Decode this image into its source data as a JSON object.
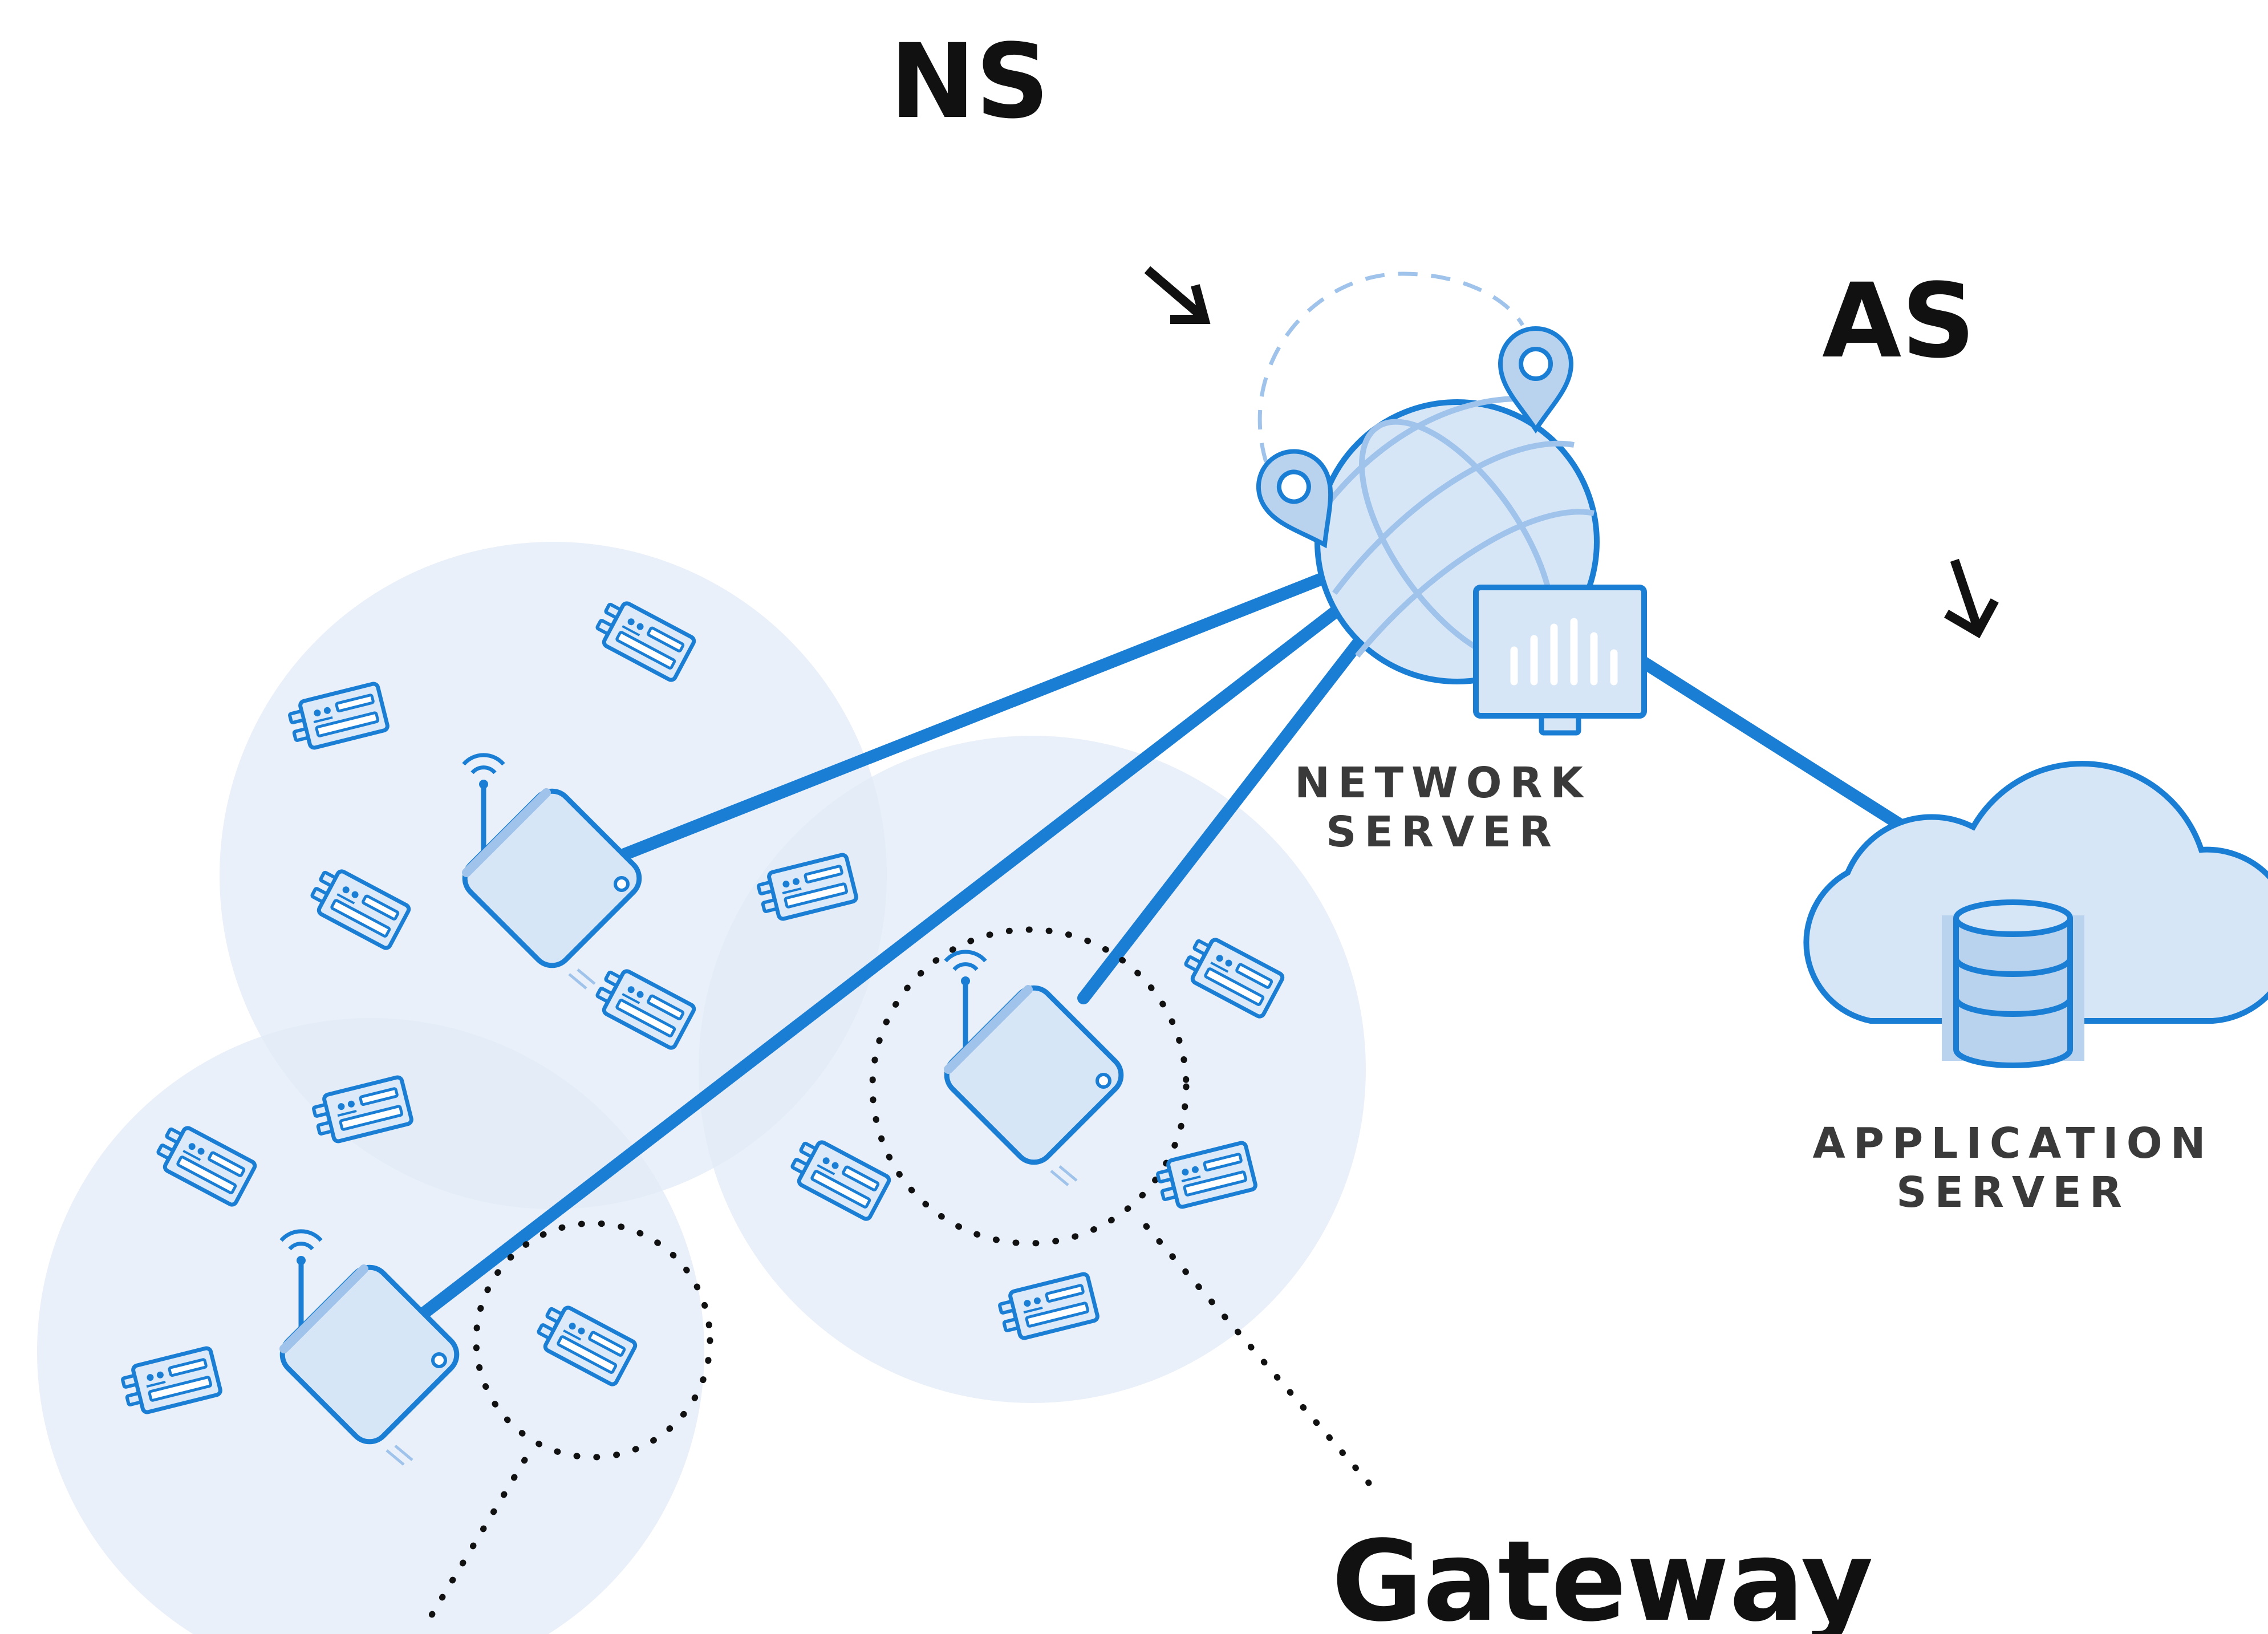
{
  "labels": {
    "ns": "NS",
    "as": "AS",
    "gateway": "Gateway",
    "network_server": [
      "NETWORK",
      "SERVER"
    ],
    "application_server": [
      "APPLICATION",
      "SERVER"
    ]
  },
  "colors": {
    "link": "#1a7fd4",
    "outline": "#1a7fd4",
    "fill_light": "#d6e6f7",
    "fill_mid": "#b9d3ef",
    "coverage": "#dfeaf7",
    "text_dark": "#111111",
    "text_caps": "#3a3a3a"
  },
  "icons": {
    "network_server": "globe-with-monitor-icon",
    "application_server": "cloud-database-icon",
    "gateway": "gateway-router-icon",
    "end_device": "sensor-board-icon",
    "location": "location-pin-icon",
    "arrow": "arrow-down-right-icon"
  }
}
